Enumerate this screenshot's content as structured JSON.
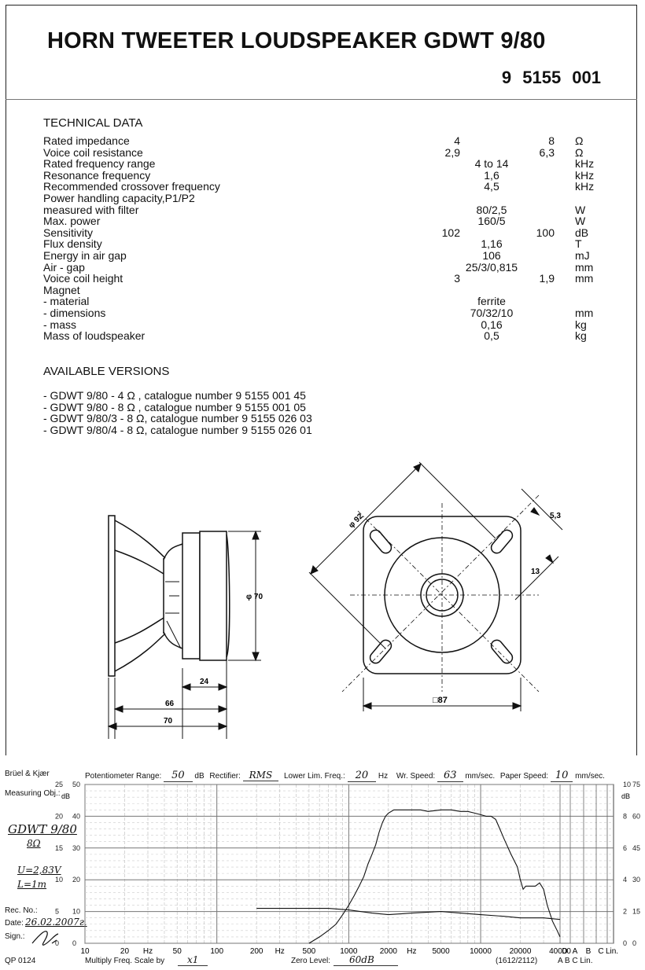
{
  "header": {
    "title": "HORN TWEETER LOUDSPEAKER GDWT 9/80",
    "catalogue": "9 5155 001"
  },
  "technical_data": {
    "heading": "TECHNICAL DATA",
    "rows": [
      {
        "label": "Rated impedance",
        "v1": "4",
        "mid": "",
        "v2": "8",
        "unit": "Ω"
      },
      {
        "label": "Voice coil resistance",
        "v1": "2,9",
        "mid": "",
        "v2": "6,3",
        "unit": "Ω"
      },
      {
        "label": "Rated frequency range",
        "v1": "",
        "mid": "4 to 14",
        "v2": "",
        "unit": "kHz"
      },
      {
        "label": "Resonance frequency",
        "v1": "",
        "mid": "1,6",
        "v2": "",
        "unit": "kHz"
      },
      {
        "label": "Recommended crossover frequency",
        "v1": "",
        "mid": "4,5",
        "v2": "",
        "unit": "kHz"
      },
      {
        "label": "Power handling capacity,P1/P2",
        "v1": "",
        "mid": "",
        "v2": "",
        "unit": ""
      },
      {
        "label": "measured with filter",
        "v1": "",
        "mid": "80/2,5",
        "v2": "",
        "unit": "W"
      },
      {
        "label": "Max. power",
        "v1": "",
        "mid": "160/5",
        "v2": "",
        "unit": "W"
      },
      {
        "label": "Sensitivity",
        "v1": "102",
        "mid": "",
        "v2": "100",
        "unit": "dB"
      },
      {
        "label": "Flux density",
        "v1": "",
        "mid": "1,16",
        "v2": "",
        "unit": "T"
      },
      {
        "label": "Energy in air gap",
        "v1": "",
        "mid": "106",
        "v2": "",
        "unit": "mJ"
      },
      {
        "label": "Air - gap",
        "v1": "",
        "mid": "25/3/0,815",
        "v2": "",
        "unit": "mm"
      },
      {
        "label": "Voice coil height",
        "v1": "3",
        "mid": "",
        "v2": "1,9",
        "unit": "mm"
      },
      {
        "label": "Magnet",
        "v1": "",
        "mid": "",
        "v2": "",
        "unit": ""
      },
      {
        "label": "- material",
        "v1": "",
        "mid": "ferrite",
        "v2": "",
        "unit": ""
      },
      {
        "label": "- dimensions",
        "v1": "",
        "mid": "70/32/10",
        "v2": "",
        "unit": "mm"
      },
      {
        "label": "- mass",
        "v1": "",
        "mid": "0,16",
        "v2": "",
        "unit": "kg"
      },
      {
        "label": "Mass of loudspeaker",
        "v1": "",
        "mid": "0,5",
        "v2": "",
        "unit": "kg"
      }
    ]
  },
  "versions": {
    "heading": "AVAILABLE VERSIONS",
    "items": [
      "- GDWT 9/80 - 4 Ω , catalogue number  9  5155  001  45",
      "- GDWT 9/80 - 8 Ω , catalogue number  9  5155  001  05",
      "- GDWT 9/80/3 - 8 Ω, catalogue number  9  5155  026  03",
      "- GDWT 9/80/4 - 8 Ω, catalogue number  9  5155  026  01"
    ]
  },
  "drawing": {
    "dims": {
      "d70": "φ 70",
      "w24": "24",
      "w66": "66",
      "w70": "70",
      "d92": "φ 92",
      "d53": "5,3",
      "d13": "13",
      "sq87": "□87"
    }
  },
  "chart_data": {
    "type": "line",
    "title": "",
    "header": {
      "maker": "Brüel & Kjær",
      "pot_label": "Potentiometer Range:",
      "pot_value": "50",
      "pot_unit": "dB",
      "rect_label": "Rectifier:",
      "rect_value": "RMS",
      "llf_label": "Lower Lim. Freq.:",
      "llf_value": "20",
      "llf_unit": "Hz",
      "wr_label": "Wr. Speed:",
      "wr_value": "63",
      "wr_unit": "mm/sec.",
      "ps_label": "Paper Speed:",
      "ps_value": "10",
      "ps_unit": "mm/sec."
    },
    "left_panel": {
      "measuring_obj": "Measuring Obj.:",
      "obj_hand": "GDWT 9/80",
      "obj_hand2": "8Ω",
      "cond1": "U=2,83V",
      "cond2": "L=1m",
      "rec_no": "Rec. No.:",
      "date_label": "Date:",
      "date_value": "26.02.2007г.",
      "sign_label": "Sign.:",
      "qp": "QP 0124"
    },
    "db_label": "dB",
    "y_left_ticks": [
      "25",
      "20",
      "15",
      "10",
      "5",
      "0"
    ],
    "y_main_ticks": [
      "50",
      "40",
      "30",
      "20",
      "10",
      "0"
    ],
    "y_right_ticks": [
      "10",
      "8",
      "6",
      "4",
      "2",
      "0"
    ],
    "y_right_ticks2": [
      "75",
      "60",
      "45",
      "30",
      "15",
      "0"
    ],
    "x_ticks": [
      "10",
      "20",
      "Hz",
      "50",
      "100",
      "200",
      "Hz",
      "500",
      "1000",
      "2000",
      "Hz",
      "5000",
      "10000",
      "20000",
      "40000"
    ],
    "weight_labels": [
      "D",
      "A",
      "B",
      "C",
      "Lin."
    ],
    "bottom_left": "Multiply Freq. Scale by",
    "bottom_mult": "x1",
    "zero_label": "Zero Level:",
    "zero_value": "60dB",
    "code": "(1612/2112)",
    "weight_bottom": "A  B  C  Lin.",
    "xlim": [
      10,
      40000
    ],
    "ylim": [
      0,
      50
    ],
    "series": [
      {
        "x": [
          500,
          600,
          700,
          800,
          900,
          1000,
          1100,
          1200,
          1300,
          1400,
          1500,
          1600,
          1700,
          1800,
          1900,
          2000,
          2200,
          2500,
          3000,
          3500,
          4000,
          5000,
          6000,
          7000,
          8000,
          9000,
          10000,
          11000,
          12000,
          13000,
          14000,
          15000,
          17000,
          19000,
          20000,
          21000,
          22000,
          24000,
          26000,
          28000,
          30000,
          32000,
          35000,
          38000,
          40000
        ],
        "y": [
          0,
          2,
          4,
          6,
          9,
          12,
          15,
          18,
          21,
          25,
          28,
          31,
          35,
          38,
          40,
          41,
          42,
          42,
          42,
          42,
          41.5,
          42,
          42,
          41.5,
          41.5,
          41,
          40.5,
          40,
          40,
          39,
          36,
          33,
          28,
          24,
          20,
          17,
          18,
          18,
          18,
          19,
          17,
          12,
          7,
          4,
          2
        ]
      },
      {
        "x": [
          200,
          300,
          400,
          500,
          700,
          1000,
          1500,
          2000,
          3000,
          5000,
          7000,
          10000,
          15000,
          20000,
          30000,
          40000
        ],
        "y": [
          11,
          11,
          11,
          11,
          11,
          10.5,
          9.5,
          9,
          9.5,
          10,
          9.5,
          9,
          8.5,
          8,
          8,
          7.5
        ]
      }
    ]
  }
}
